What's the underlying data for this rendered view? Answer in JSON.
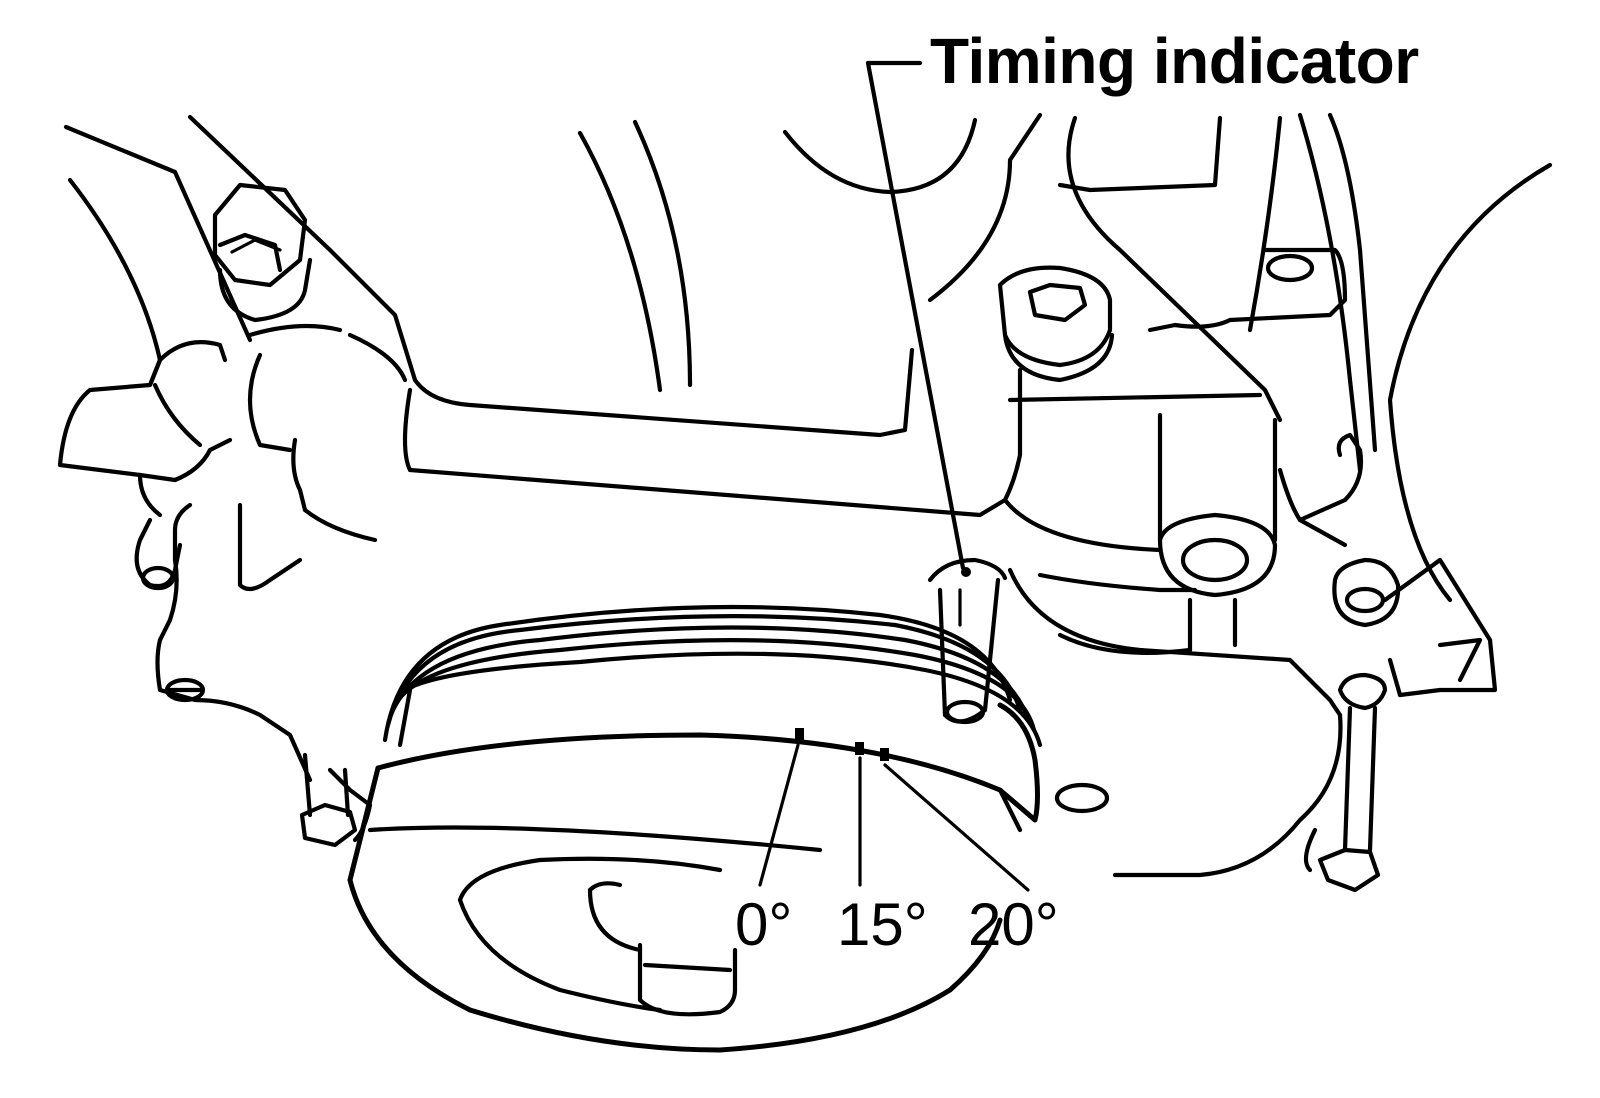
{
  "callouts": {
    "timing_indicator": "Timing indicator"
  },
  "timing_marks": {
    "zero": "0°",
    "fifteen": "15°",
    "twenty": "20°"
  }
}
